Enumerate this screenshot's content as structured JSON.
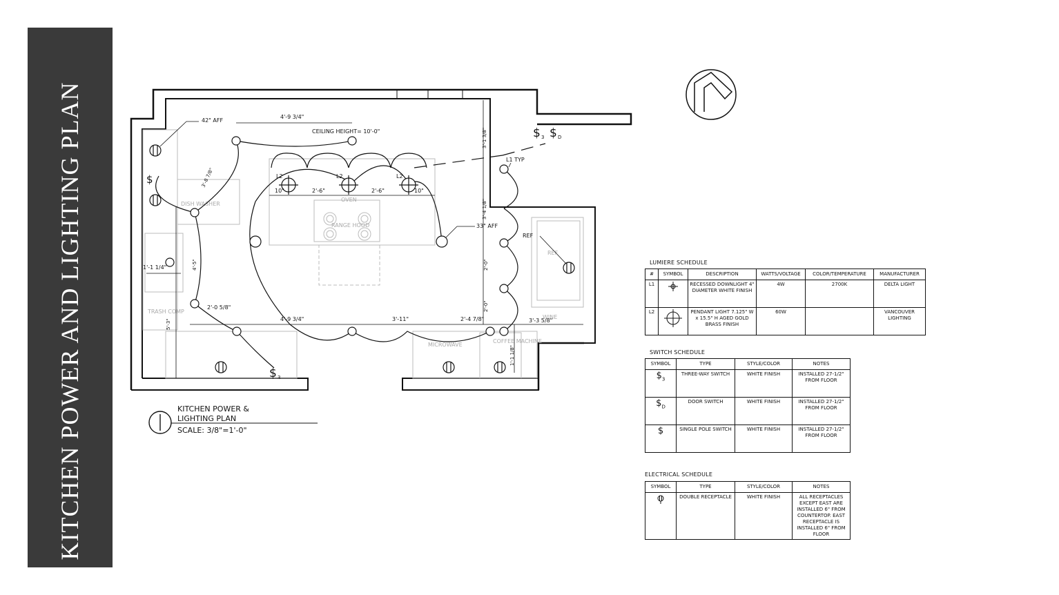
{
  "banner": {
    "title": "KITCHEN POWER AND LIGHTING PLAN"
  },
  "plan": {
    "title_line1": "KITCHEN POWER &",
    "title_line2": "LIGHTING PLAN",
    "scale": "SCALE: 3/8\"=1'-0\"",
    "view_number": "1",
    "labels": {
      "ceiling_height": "CEILING HEIGHT= 10'-0\"",
      "aff_42": "42\" AFF",
      "aff_33": "33\" AFF",
      "l1_typ": "L1 TYP",
      "l2_a": "L2",
      "l2_b": "L2",
      "l2_c": "L2",
      "ref": "REF",
      "range_hood": "RANGE HOOD",
      "dishwasher": "DISH WASHER",
      "trash_comp": "TRASH COMP",
      "microwave": "MICROWAVE",
      "coffee_machine": "COFFEE MACHINE",
      "ref_ghost": "REF",
      "oven": "OVEN",
      "wine": "WINE"
    },
    "dimensions": {
      "top_left": "4'-9 3/4\"",
      "bottom_left": "4'-9 3/4\"",
      "bottom_mid": "3'-11\"",
      "bottom_right": "2'-4 7/8\"",
      "right_bottom": "3'-3 5/8\"",
      "d_10a": "10\"",
      "d_26a": "2'-6\"",
      "d_26b": "2'-6\"",
      "d_10b": "10\"",
      "diag_left": "3'-8 7/8\"",
      "diag_bottom": "2'-0 5/8\"",
      "v_top_right": "3'-1 3/8\"",
      "v_mid_right": "3'-4 1/8\"",
      "v_low_right": "2'-0\"",
      "v_lower_right": "2'-0\"",
      "v_far_low": "1'-1 1/8\"",
      "left_14": "1'-1 1/4\"",
      "left_45": "4'-5\"",
      "left_53": "5'-3\""
    },
    "switch_labels": {
      "s3": "$3",
      "sd": "$D",
      "s3_bottom": "$3"
    }
  },
  "lumiere_schedule": {
    "title": "LUMIERE SCHEDULE",
    "headers": [
      "#",
      "SYMBOL",
      "DESCRIPTION",
      "WATTS/VOLTAGE",
      "COLOR/TEMPERATURE",
      "MANUFACTURER"
    ],
    "rows": [
      {
        "id": "L1",
        "symbol_icon": "recessed-downlight-icon",
        "description": "RECESSED DOWNLIGHT 4\" DIAMETER WHITE FINISH",
        "watts": "4W",
        "color_temp": "2700K",
        "manufacturer": "DELTA LIGHT"
      },
      {
        "id": "L2",
        "symbol_icon": "pendant-light-icon",
        "description": "PENDANT LIGHT 7.125\" W x 15.5\" H AGED GOLD BRASS FINISH",
        "watts": "60W",
        "color_temp": "",
        "manufacturer": "VANCOUVER LIGHTING"
      }
    ]
  },
  "switch_schedule": {
    "title": "SWITCH SCHEDULE",
    "headers": [
      "SYMBOL",
      "TYPE",
      "STYLE/COLOR",
      "NOTES"
    ],
    "rows": [
      {
        "symbol": "$",
        "sub": "3",
        "type": "THREE-WAY SWITCH",
        "style": "WHITE FINISH",
        "notes": "INSTALLED 27-1/2\" FROM FLOOR"
      },
      {
        "symbol": "$",
        "sub": "D",
        "type": "DOOR SWITCH",
        "style": "WHITE FINISH",
        "notes": "INSTALLED 27-1/2\" FROM FLOOR"
      },
      {
        "symbol": "$",
        "sub": "",
        "type": "SINGLE POLE SWITCH",
        "style": "WHITE FINISH",
        "notes": "INSTALLED 27-1/2\" FROM FLOOR"
      }
    ]
  },
  "electrical_schedule": {
    "title": "ELECTRICAL SCHEDULE",
    "headers": [
      "SYMBOL",
      "TYPE",
      "STYLE/COLOR",
      "NOTES"
    ],
    "rows": [
      {
        "symbol_icon": "receptacle-icon",
        "type": "DOUBLE RECEPTACLE",
        "style": "WHITE FINISH",
        "notes": "ALL RECEPTACLES EXCEPT EAST ARE INSTALLED 6\" FROM COUNTERTOP. EAST RECEPTACLE IS INSTALLED 6\" FROM FLOOR"
      }
    ]
  }
}
